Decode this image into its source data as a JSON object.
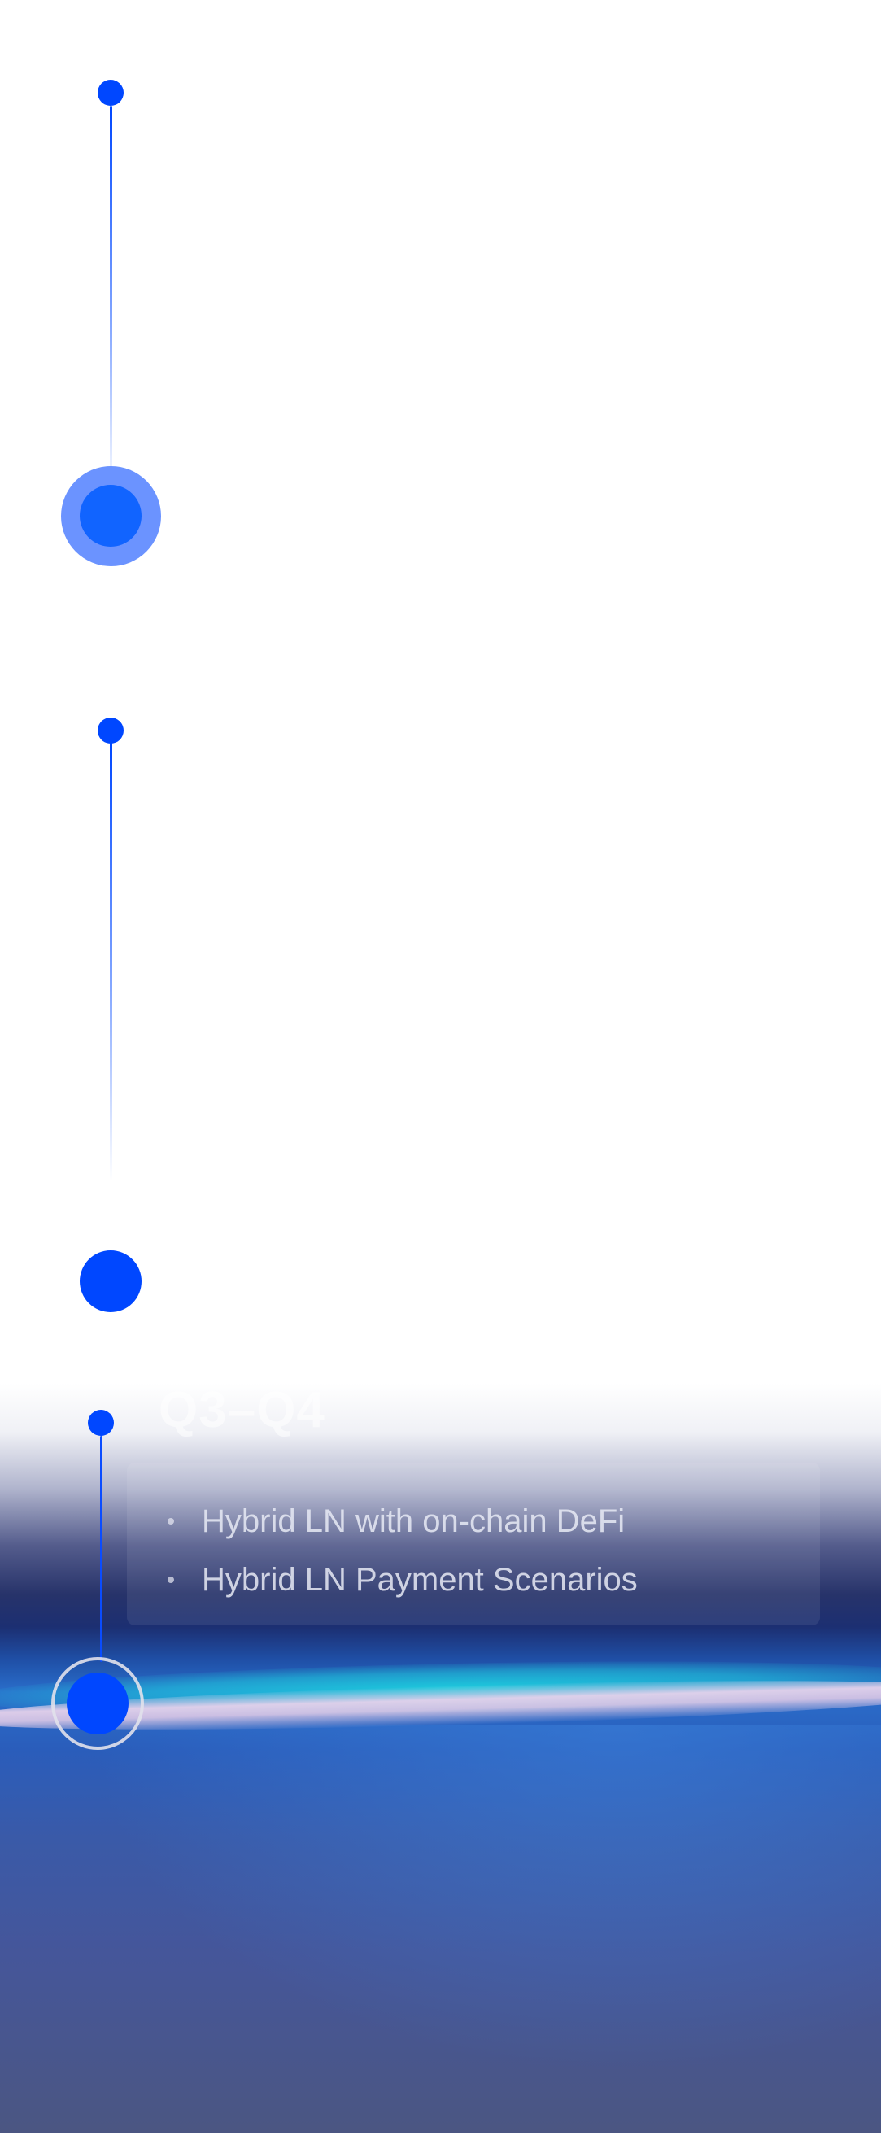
{
  "colors": {
    "accent": "#0047ff",
    "node_light": "#1164ff",
    "halo": "#6b93ff",
    "earth_dark": "#1c2f72",
    "earth_mid": "#2a6ecb",
    "atmosphere_cyan": "#1ccedd",
    "atmosphere_pink": "#e6d2eb"
  },
  "timeline": {
    "phase_3": {
      "title": "Q3–Q4",
      "items": [
        "Hybrid LN with on-chain DeFi",
        "Hybrid LN Payment Scenarios"
      ]
    }
  }
}
